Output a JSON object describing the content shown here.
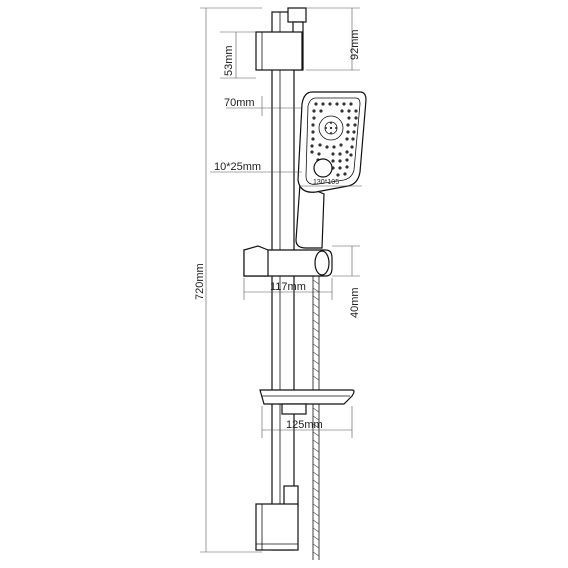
{
  "diagram": {
    "dimensions": {
      "total_height": "720mm",
      "top_bracket_height": "53mm",
      "top_offset": "92mm",
      "bracket_depth": "70mm",
      "rail_section": "10*25mm",
      "head_size": "130*105",
      "slider_width": "117mm",
      "slider_height": "40mm",
      "soap_dish_width": "125mm"
    }
  }
}
